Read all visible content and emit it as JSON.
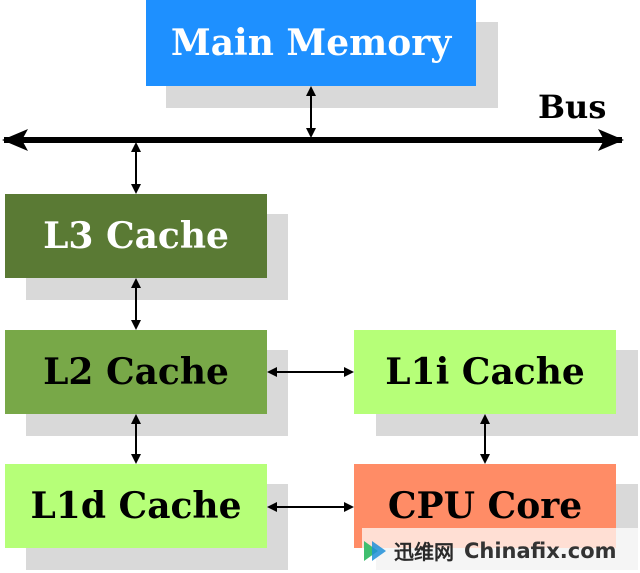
{
  "colors": {
    "main_memory": "#1e90ff",
    "l3": "#5a7a34",
    "l2": "#78a848",
    "l1i": "#b6ff78",
    "l1d": "#b6ff78",
    "cpu": "#ff8c66",
    "shadow": "#d9d9d9"
  },
  "diagram": {
    "main_memory_label": "Main Memory",
    "bus_label": "Bus",
    "l3_label": "L3 Cache",
    "l2_label": "L2 Cache",
    "l1i_label": "L1i Cache",
    "l1d_label": "L1d Cache",
    "cpu_label": "CPU Core"
  },
  "watermark": {
    "cn_text": "迅维网",
    "en_text": "Chinafix.com"
  }
}
